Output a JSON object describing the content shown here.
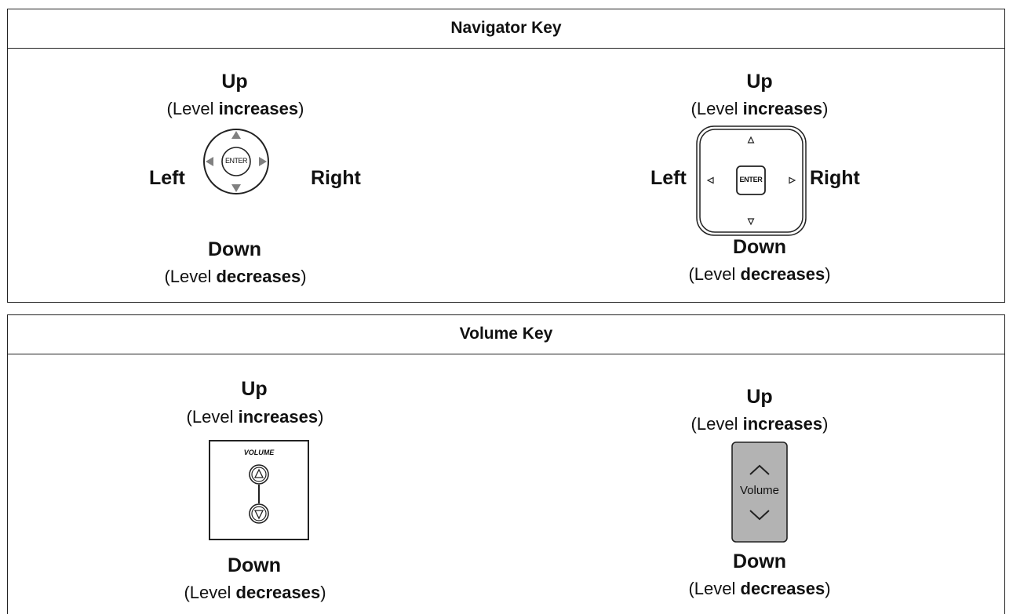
{
  "navigator": {
    "title": "Navigator Key",
    "left_diagram": {
      "up": "Up",
      "up_desc_prefix": "(Level ",
      "up_desc_bold": "increases",
      "up_desc_suffix": ")",
      "down": "Down",
      "down_desc_prefix": "(Level ",
      "down_desc_bold": "decreases",
      "down_desc_suffix": ")",
      "left": "Left",
      "right": "Right",
      "center_key": "ENTER"
    },
    "right_diagram": {
      "up": "Up",
      "up_desc_prefix": "(Level ",
      "up_desc_bold": "increases",
      "up_desc_suffix": ")",
      "down": "Down",
      "down_desc_prefix": "(Level ",
      "down_desc_bold": "decreases",
      "down_desc_suffix": ")",
      "left": "Left",
      "right": "Right",
      "center_key": "ENTER"
    }
  },
  "volume": {
    "title": "Volume Key",
    "left_diagram": {
      "up": "Up",
      "up_desc_prefix": "(Level ",
      "up_desc_bold": "increases",
      "up_desc_suffix": ")",
      "down": "Down",
      "down_desc_prefix": "(Level ",
      "down_desc_bold": "decreases",
      "down_desc_suffix": ")",
      "key_label": "VOLUME"
    },
    "right_diagram": {
      "up": "Up",
      "up_desc_prefix": "(Level ",
      "up_desc_bold": "increases",
      "up_desc_suffix": ")",
      "down": "Down",
      "down_desc_prefix": "(Level ",
      "down_desc_bold": "decreases",
      "down_desc_suffix": ")",
      "key_label": "Volume"
    }
  },
  "colors": {
    "border": "#222222",
    "arrow_fill": "#808080",
    "volume_key_fill": "#b3b3b3"
  }
}
